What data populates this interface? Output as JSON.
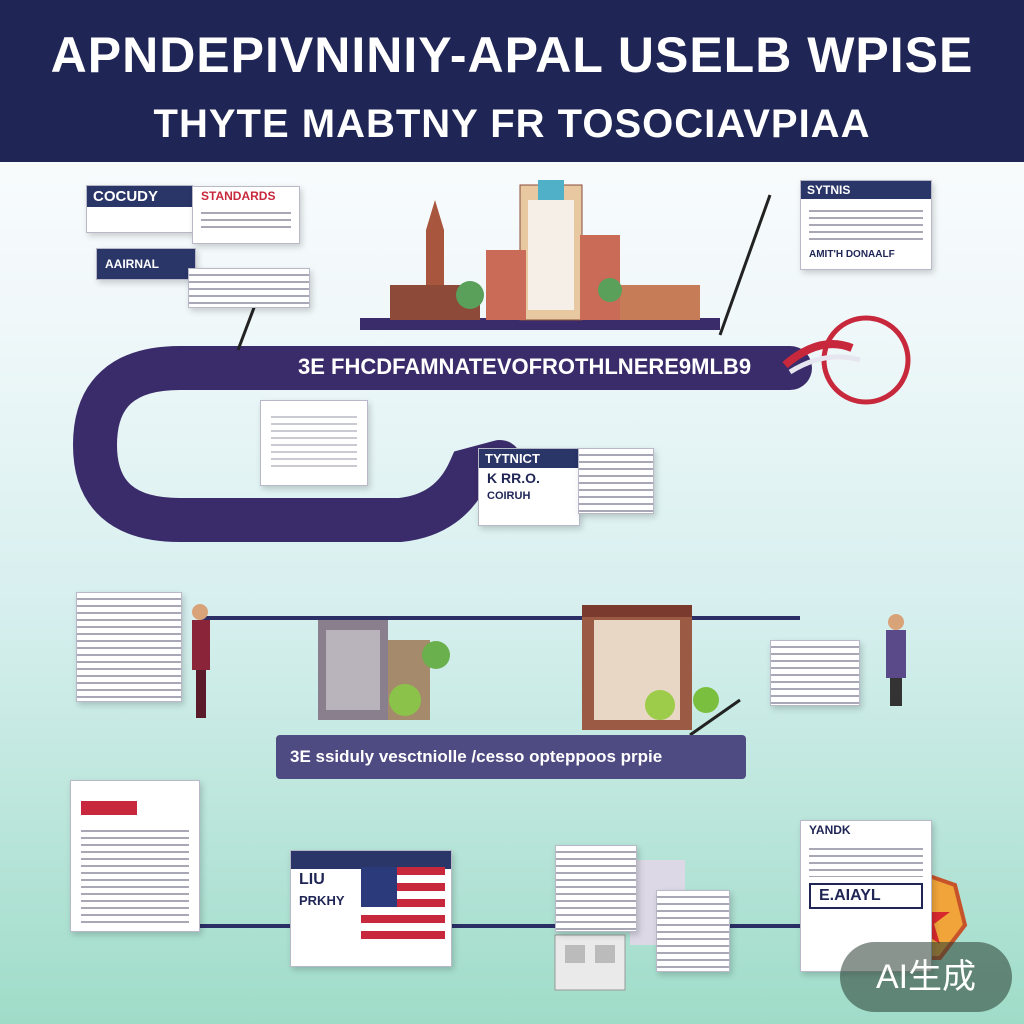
{
  "header": {
    "title": "APNDEPIVNINIY-APAL USELB WPISE",
    "subtitle": "THYTE MABTNY FR TOSOCIAVPIAA"
  },
  "top_section": {
    "road_banner": "3E FHCDFAMNATEVOFROTHLNERE9MLB9",
    "card_top_left_1": "COCUDY",
    "card_top_left_2": "STANDARDS",
    "card_top_left_3": "AAIRNAL",
    "card_top_right_1": "SYTNIS",
    "card_top_right_2": "AMIT'H DONAALF",
    "middle_card_head": "TYTNICT",
    "middle_card_line1": "K RR.O.",
    "middle_card_line2": "COIRUH"
  },
  "middle_section": {
    "banner": "3E  ssiduly  vesctniolle /cesso  opteppoos  prpie"
  },
  "bottom_section": {
    "flag_card_line1": "LIU",
    "flag_card_line2": "PRKHY",
    "doc_right_head": "YANDK",
    "doc_right_label": "E.AIAYL"
  },
  "badge": "AI生成",
  "colors": {
    "header": "#1f2555",
    "road": "#3a2c6a",
    "banner_purple": "#4e4a82",
    "accent_red": "#c8283c",
    "mint": "#9fdcc8"
  }
}
